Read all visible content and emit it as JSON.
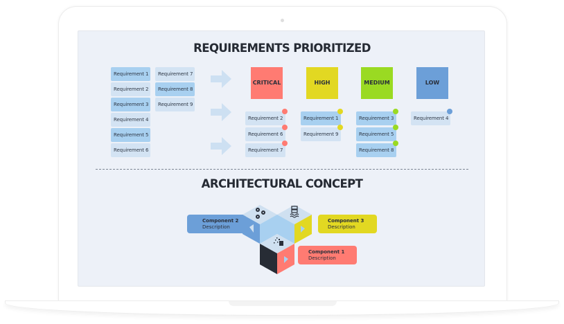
{
  "sections": {
    "requirements_title": "REQUIREMENTS PRIORITIZED",
    "architecture_title": "ARCHITECTURAL CONCEPT"
  },
  "requirements": [
    {
      "label": "Requirement 1",
      "shade": "dark"
    },
    {
      "label": "Requirement 2",
      "shade": "light"
    },
    {
      "label": "Requirement 3",
      "shade": "dark"
    },
    {
      "label": "Requirement 4",
      "shade": "light"
    },
    {
      "label": "Requirement 5",
      "shade": "dark"
    },
    {
      "label": "Requirement 6",
      "shade": "light"
    },
    {
      "label": "Requirement 7",
      "shade": "light"
    },
    {
      "label": "Requirement 8",
      "shade": "dark"
    },
    {
      "label": "Requirement 9",
      "shade": "light"
    }
  ],
  "priorities": [
    {
      "label": "CRITICAL",
      "color": "#ff7b72",
      "items": [
        {
          "label": "Requirement 2",
          "shade": "light"
        },
        {
          "label": "Requirement 6",
          "shade": "light"
        },
        {
          "label": "Requirement 7",
          "shade": "light"
        }
      ]
    },
    {
      "label": "HIGH",
      "color": "#e2d822",
      "items": [
        {
          "label": "Requirement 1",
          "shade": "dark"
        },
        {
          "label": "Requirement 9",
          "shade": "light"
        }
      ]
    },
    {
      "label": "MEDIUM",
      "color": "#9ada22",
      "items": [
        {
          "label": "Requirement 3",
          "shade": "dark"
        },
        {
          "label": "Requirement 5",
          "shade": "dark"
        },
        {
          "label": "Requirement 8",
          "shade": "dark"
        }
      ]
    },
    {
      "label": "LOW",
      "color": "#6c9fd8",
      "items": [
        {
          "label": "Requirement 4",
          "shade": "light"
        }
      ]
    }
  ],
  "components": [
    {
      "name": "Component 2",
      "description": "Description",
      "color": "#6c9fd8",
      "icon": "gears-icon"
    },
    {
      "name": "Component 3",
      "description": "Description",
      "color": "#e2d822",
      "icon": "server-stack-icon"
    },
    {
      "name": "Component 1",
      "description": "Description",
      "color": "#ff7b72",
      "icon": "pixel-blocks-icon"
    }
  ]
}
